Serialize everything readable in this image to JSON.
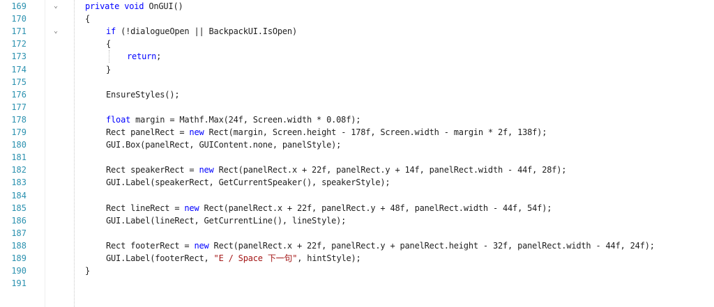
{
  "editor": {
    "lines": [
      {
        "num": "169",
        "fold": "⌄",
        "indent": 0,
        "tokens": [
          {
            "t": "private void ",
            "c": "kw"
          },
          {
            "t": "OnGUI()",
            "c": ""
          }
        ]
      },
      {
        "num": "170",
        "fold": "",
        "indent": 0,
        "tokens": [
          {
            "t": "{",
            "c": ""
          }
        ]
      },
      {
        "num": "171",
        "fold": "⌄",
        "indent": 1,
        "tokens": [
          {
            "t": "if",
            "c": "kw"
          },
          {
            "t": " (!dialogueOpen || BackpackUI.IsOpen)",
            "c": ""
          }
        ]
      },
      {
        "num": "172",
        "fold": "",
        "indent": 1,
        "tokens": [
          {
            "t": "{",
            "c": ""
          }
        ]
      },
      {
        "num": "173",
        "fold": "",
        "indent": 2,
        "tokens": [
          {
            "t": "return",
            "c": "kw"
          },
          {
            "t": ";",
            "c": ""
          }
        ]
      },
      {
        "num": "174",
        "fold": "",
        "indent": 1,
        "tokens": [
          {
            "t": "}",
            "c": ""
          }
        ]
      },
      {
        "num": "175",
        "fold": "",
        "indent": 0,
        "tokens": []
      },
      {
        "num": "176",
        "fold": "",
        "indent": 1,
        "tokens": [
          {
            "t": "EnsureStyles();",
            "c": ""
          }
        ]
      },
      {
        "num": "177",
        "fold": "",
        "indent": 0,
        "tokens": []
      },
      {
        "num": "178",
        "fold": "",
        "indent": 1,
        "tokens": [
          {
            "t": "float",
            "c": "kw"
          },
          {
            "t": " margin = Mathf.Max(24f, Screen.width * 0.08f);",
            "c": ""
          }
        ]
      },
      {
        "num": "179",
        "fold": "",
        "indent": 1,
        "tokens": [
          {
            "t": "Rect panelRect = ",
            "c": ""
          },
          {
            "t": "new",
            "c": "kw"
          },
          {
            "t": " Rect(margin, Screen.height - 178f, Screen.width - margin * 2f, 138f);",
            "c": ""
          }
        ]
      },
      {
        "num": "180",
        "fold": "",
        "indent": 1,
        "tokens": [
          {
            "t": "GUI.Box(panelRect, GUIContent.none, panelStyle);",
            "c": ""
          }
        ]
      },
      {
        "num": "181",
        "fold": "",
        "indent": 0,
        "tokens": []
      },
      {
        "num": "182",
        "fold": "",
        "indent": 1,
        "tokens": [
          {
            "t": "Rect speakerRect = ",
            "c": ""
          },
          {
            "t": "new",
            "c": "kw"
          },
          {
            "t": " Rect(panelRect.x + 22f, panelRect.y + 14f, panelRect.width - 44f, 28f);",
            "c": ""
          }
        ]
      },
      {
        "num": "183",
        "fold": "",
        "indent": 1,
        "tokens": [
          {
            "t": "GUI.Label(speakerRect, GetCurrentSpeaker(), speakerStyle);",
            "c": ""
          }
        ]
      },
      {
        "num": "184",
        "fold": "",
        "indent": 0,
        "tokens": []
      },
      {
        "num": "185",
        "fold": "",
        "indent": 1,
        "tokens": [
          {
            "t": "Rect lineRect = ",
            "c": ""
          },
          {
            "t": "new",
            "c": "kw"
          },
          {
            "t": " Rect(panelRect.x + 22f, panelRect.y + 48f, panelRect.width - 44f, 54f);",
            "c": ""
          }
        ]
      },
      {
        "num": "186",
        "fold": "",
        "indent": 1,
        "tokens": [
          {
            "t": "GUI.Label(lineRect, GetCurrentLine(), lineStyle);",
            "c": ""
          }
        ]
      },
      {
        "num": "187",
        "fold": "",
        "indent": 0,
        "tokens": []
      },
      {
        "num": "188",
        "fold": "",
        "indent": 1,
        "tokens": [
          {
            "t": "Rect footerRect = ",
            "c": ""
          },
          {
            "t": "new",
            "c": "kw"
          },
          {
            "t": " Rect(panelRect.x + 22f, panelRect.y + panelRect.height - 32f, panelRect.width - 44f, 24f);",
            "c": ""
          }
        ]
      },
      {
        "num": "189",
        "fold": "",
        "indent": 1,
        "tokens": [
          {
            "t": "GUI.Label(footerRect, ",
            "c": ""
          },
          {
            "t": "\"E / Space 下一句\"",
            "c": "str"
          },
          {
            "t": ", hintStyle);",
            "c": ""
          }
        ]
      },
      {
        "num": "190",
        "fold": "",
        "indent": 0,
        "tokens": [
          {
            "t": "}",
            "c": ""
          }
        ]
      },
      {
        "num": "191",
        "fold": "",
        "indent": 0,
        "tokens": []
      }
    ],
    "colors": {
      "line_number": "#2b91af",
      "keyword": "#0000ff",
      "string": "#a31515",
      "text": "#1e1e1e",
      "background": "#ffffff"
    }
  }
}
